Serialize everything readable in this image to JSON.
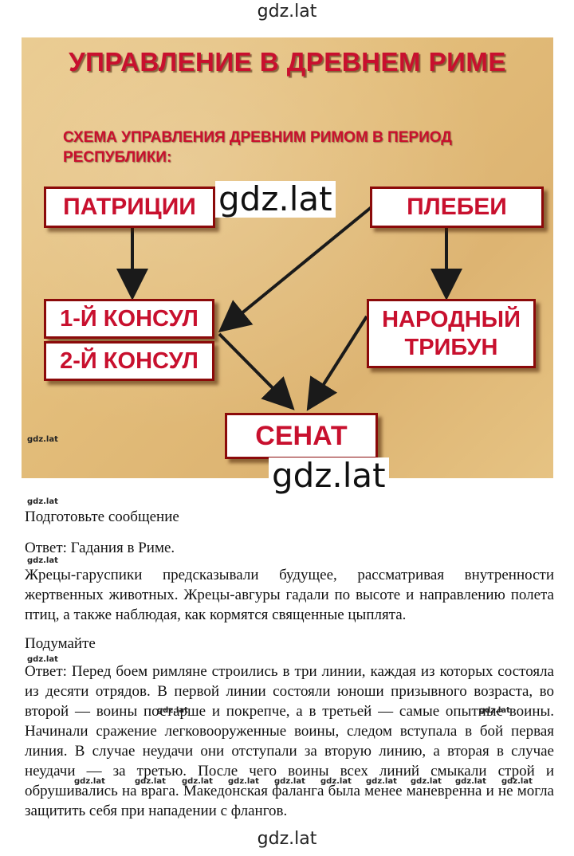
{
  "watermark": "gdz.lat",
  "diagram": {
    "title": "УПРАВЛЕНИЕ В ДРЕВНЕМ РИМЕ",
    "subtitle": "СХЕМА УПРАВЛЕНИЯ ДРЕВНИМ РИМОМ В ПЕРИОД РЕСПУБЛИКИ:",
    "boxes": {
      "patricians": "ПАТРИЦИИ",
      "plebeians": "ПЛЕБЕИ",
      "consul1": "1-Й КОНСУЛ",
      "consul2": "2-Й КОНСУЛ",
      "tribune": "НАРОДНЫЙ ТРИБУН",
      "senate": "СЕНАТ"
    },
    "colors": {
      "text_red": "#c8102e",
      "border": "#8b0a0a",
      "arrow": "#1a1a1a",
      "background": "#e3bd7a"
    }
  },
  "sections": {
    "prepare_heading": "Подготовьте сообщение",
    "answer1_title": "Ответ: Гадания в Риме.",
    "answer1_body": "Жрецы-гаруспики предсказывали будущее, рассматривая внутренности жертвенных животных. Жрецы-авгуры гадали по высоте и направлению полета птиц, а также наблюдая, как кормятся священные цыплята.",
    "think_heading": "Подумайте",
    "answer2_body": "Ответ: Перед боем римляне строились в три линии, каждая из которых состояла из десяти отрядов. В первой линии состояли юноши призывного возраста, во второй — воины постарше и покрепче, а в третьей — самые опытные воины. Начинали сражение легковооруженные воины, следом вступала в бой первая линия. В случае неудачи они отступали за вторую линию, а вторая в случае неудачи — за третью. После чего воины всех линий смыкали строй и обрушивались на врага. Македонская фаланга была менее маневренна и не могла защитить себя при нападении с флангов."
  }
}
